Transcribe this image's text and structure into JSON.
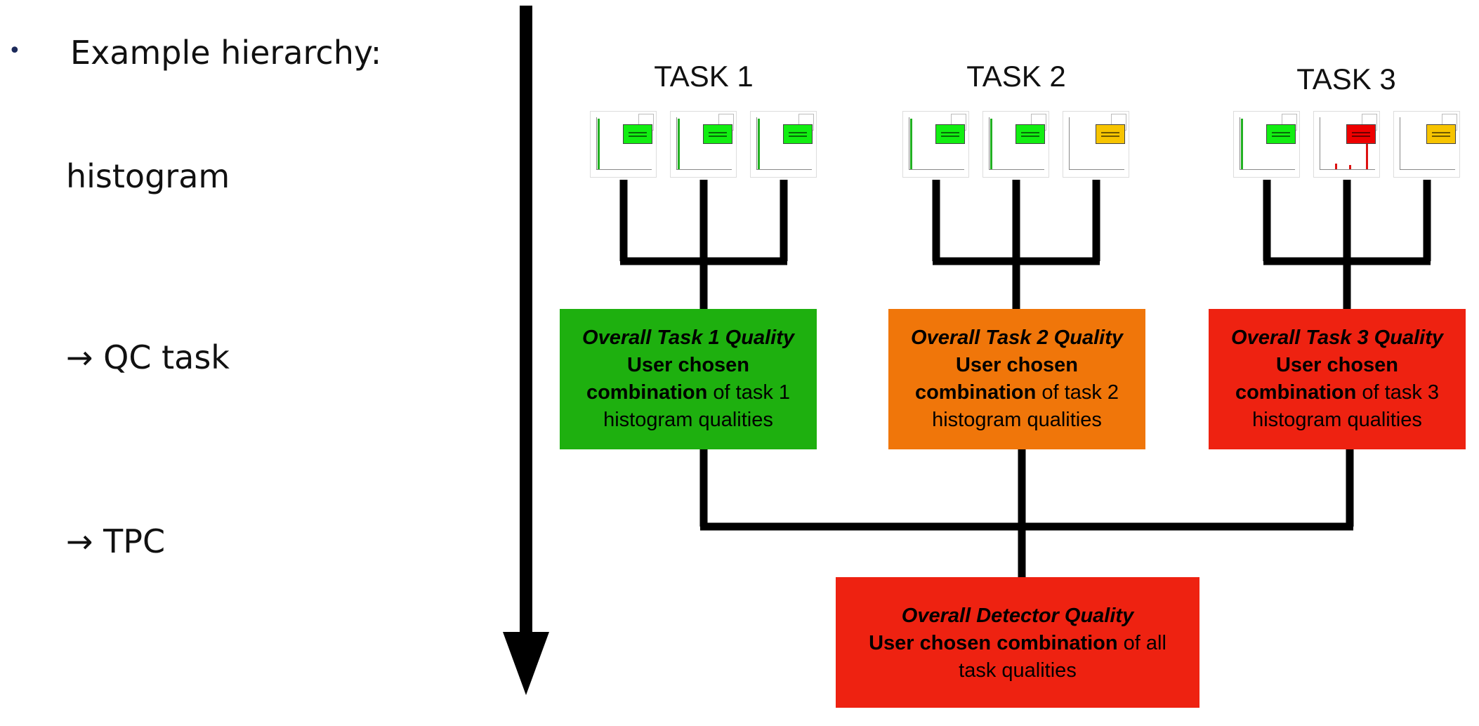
{
  "left_panel": {
    "bullet": "•",
    "heading": "Example hierarchy:",
    "levels": [
      "histogram",
      "→ QC task",
      "→ TPC"
    ]
  },
  "tasks": [
    {
      "title": "TASK 1",
      "quality_title": "Overall Task 1 Quality",
      "line1": "User chosen",
      "line2_bold": "combination",
      "line2_rest": " of task 1",
      "line3": "histogram qualities",
      "color": "#1eb00f",
      "histograms": [
        "good",
        "good",
        "good"
      ]
    },
    {
      "title": "TASK 2",
      "quality_title": "Overall Task 2 Quality",
      "line1": "User chosen",
      "line2_bold": "combination",
      "line2_rest": " of task 2",
      "line3": "histogram qualities",
      "color": "#f0760a",
      "histograms": [
        "good",
        "good",
        "medium"
      ]
    },
    {
      "title": "TASK 3",
      "quality_title": "Overall Task 3 Quality",
      "line1": "User chosen",
      "line2_bold": "combination",
      "line2_rest": " of task 3",
      "line3": "histogram qualities",
      "color": "#ee2211",
      "histograms": [
        "good",
        "bad",
        "medium"
      ]
    }
  ],
  "detector": {
    "quality_title": "Overall Detector Quality",
    "line1_bold": "User chosen combination",
    "line1_rest": " of all",
    "line2": "task qualities",
    "color": "#ee2211"
  },
  "colors": {
    "good": "#12ee12",
    "medium": "#f7c400",
    "bad": "#ee0000"
  }
}
